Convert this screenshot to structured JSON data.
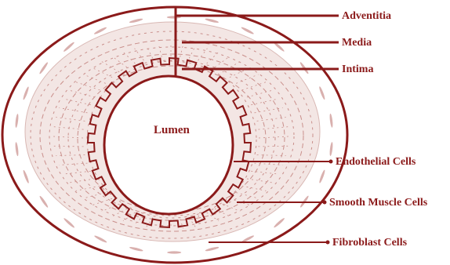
{
  "colors": {
    "line": "#8b1a1a",
    "layer_fill": "#f3e6e4",
    "texture": "#c98f8b",
    "background": "#ffffff"
  },
  "diagram": {
    "center_label": "Lumen",
    "labels": {
      "adventitia": "Adventitia",
      "media": "Media",
      "intima": "Intima",
      "endothelial": "Endothelial Cells",
      "smooth_muscle": "Smooth Muscle Cells",
      "fibroblast": "Fibroblast Cells"
    }
  }
}
